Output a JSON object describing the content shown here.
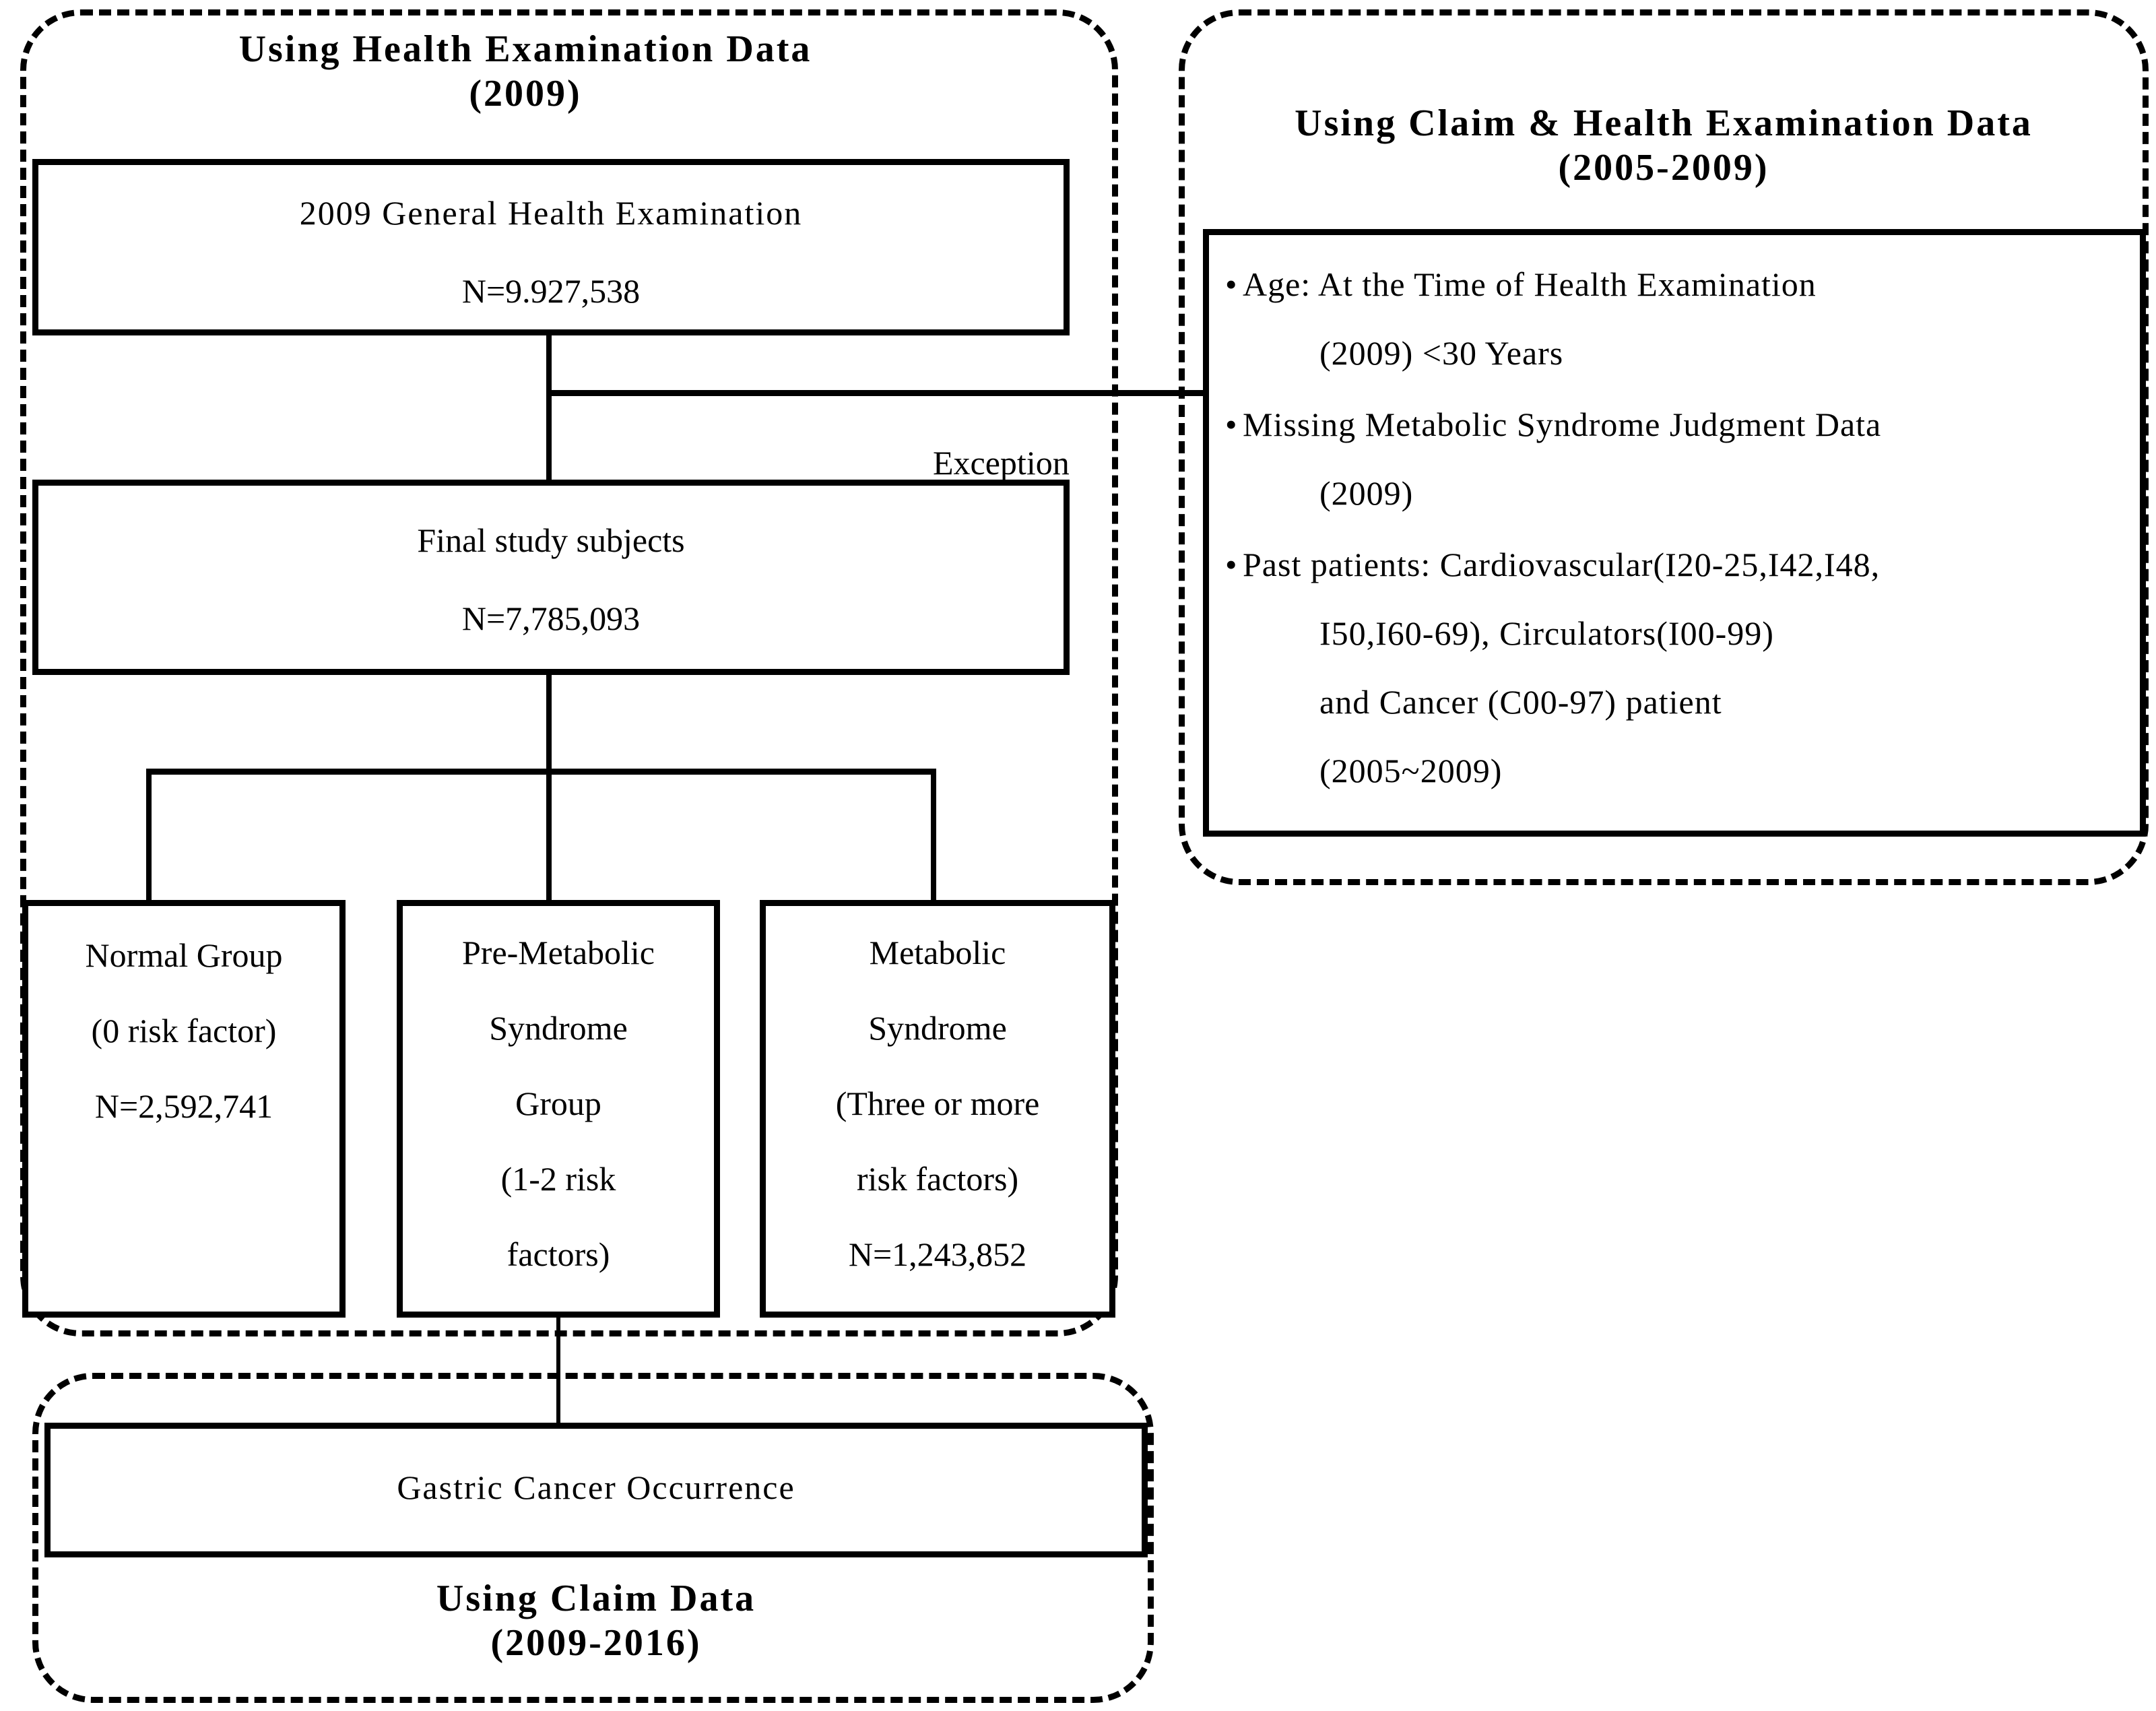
{
  "left_group": {
    "title_line1": "Using  Health  Examination  Data",
    "title_line2": "(2009)"
  },
  "right_group": {
    "title_line1": "Using  Claim  &  Health  Examination  Data",
    "title_line2": "(2005-2009)"
  },
  "bottom_group": {
    "title_line1": "Using  Claim  Data",
    "title_line2": "(2009-2016)"
  },
  "boxes": {
    "source": {
      "line1": "2009  General  Health  Examination",
      "line2": "N=9.927,538"
    },
    "final": {
      "line1": "Final study subjects",
      "line2": "N=7,785,093"
    },
    "normal_group": {
      "line1": "Normal Group",
      "line2": "(0 risk factor)",
      "line3": "N=2,592,741"
    },
    "pre_metabolic_group": {
      "line1": "Pre-Metabolic",
      "line2": "Syndrome",
      "line3": "Group",
      "line4": "(1-2 risk",
      "line5": "factors)"
    },
    "metabolic_group": {
      "line1": "Metabolic",
      "line2": "Syndrome",
      "line3": "(Three or more",
      "line4": "risk factors)",
      "line5": "N=1,243,852"
    },
    "outcome": {
      "line1": "Gastric  Cancer  Occurrence"
    }
  },
  "connectors": {
    "exception_label": "Exception"
  },
  "exclusion_criteria": [
    {
      "bullet": "•",
      "lines": [
        "Age:  At  the  Time  of  Health  Examination",
        "(2009)  <30  Years"
      ]
    },
    {
      "bullet": "•",
      "lines": [
        "Missing  Metabolic  Syndrome  Judgment  Data",
        "(2009)"
      ]
    },
    {
      "bullet": "•",
      "lines": [
        "Past  patients:  Cardiovascular(I20-25,I42,I48,",
        "I50,I60-69),  Circulators(I00-99)",
        "and  Cancer  (C00-97)  patient",
        "(2005~2009)"
      ]
    }
  ],
  "colors": {
    "stroke": "#000000",
    "background": "#ffffff"
  }
}
